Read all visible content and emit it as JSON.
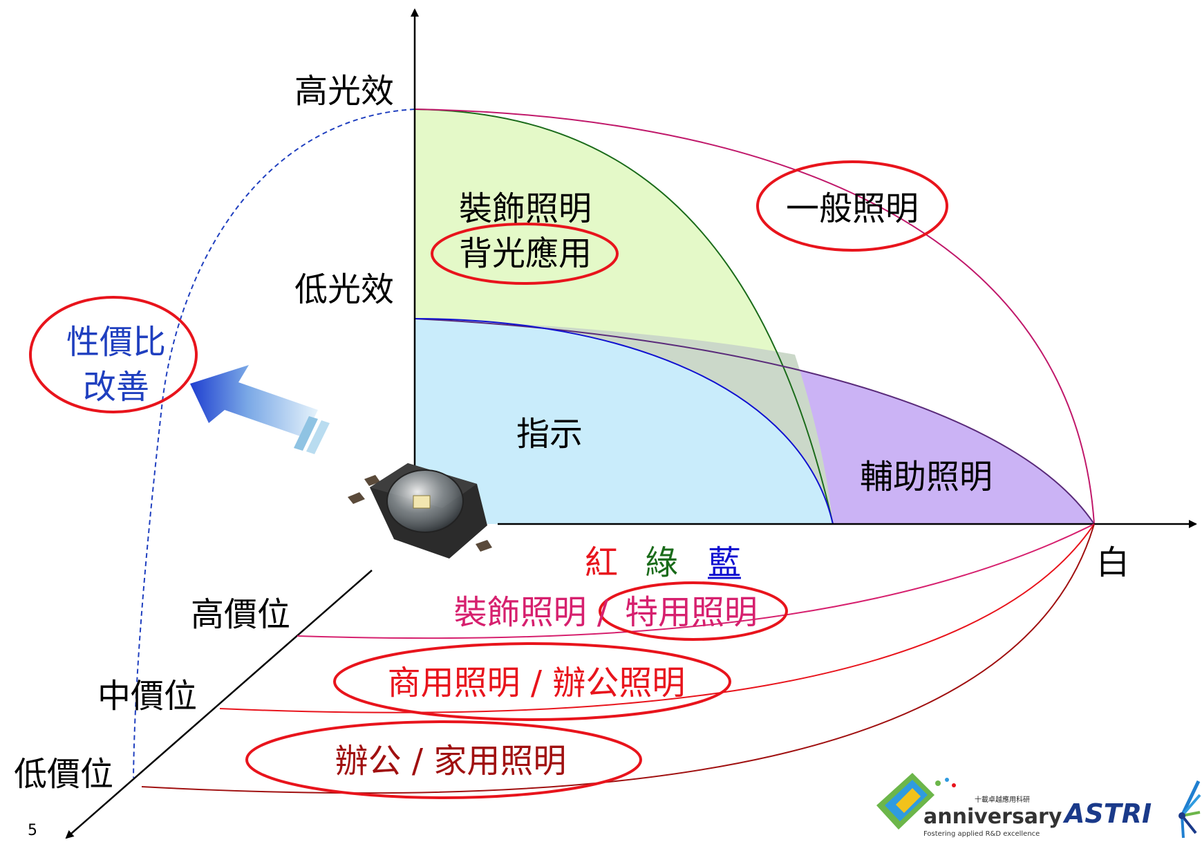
{
  "page_number": "5",
  "axis": {
    "y_high": "高光效",
    "y_low": "低光效",
    "x_white": "白",
    "color_red": "紅",
    "color_green": "綠",
    "color_blue": "藍",
    "price_high": "高價位",
    "price_mid": "中價位",
    "price_low": "低價位"
  },
  "regions": {
    "decor_line1": "裝飾照明",
    "decor_line2": "背光應用",
    "general": "一般照明",
    "indicator": "指示",
    "aux": "輔助照明"
  },
  "tiers": {
    "high_left": "裝飾照明 / ",
    "high_right": "特用照明",
    "mid": "商用照明 / 辦公照明",
    "low": "辦公 / 家用照明"
  },
  "callout": {
    "line1": "性價比",
    "line2": "改善"
  },
  "logo": {
    "chinese": "十載卓越應用科研",
    "word": "anniversary",
    "tagline": "Fostering applied R&D excellence",
    "brand": "ASTRI"
  },
  "colors": {
    "decor_fill": "#e4f9c8",
    "indicator_fill": "#c9ecfb",
    "overlap_fill": "#cbd8c9",
    "aux_fill": "#cbb3f5",
    "ellipse": "#e8141c",
    "callout_text": "#1f3fbf",
    "pink": "#d6206e",
    "red": "#e8141c",
    "dark_red": "#a01010"
  }
}
